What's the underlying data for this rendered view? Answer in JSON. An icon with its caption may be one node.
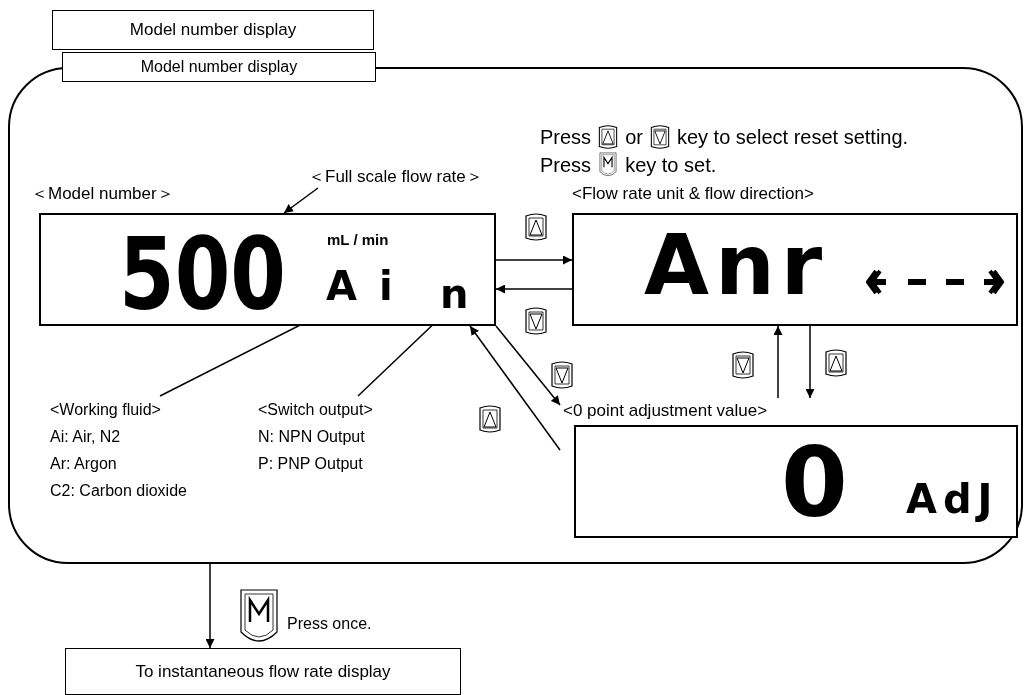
{
  "diagram": {
    "nodes": [
      {
        "text": [
          "Model number display"
        ]
      },
      {
        "text": [
          "Model number display"
        ]
      },
      {
        "text": [
          "＜Full scale flow rate＞"
        ],
        "in": 1
      },
      {
        "text": [
          "500",
          "mL / min"
        ],
        "in": 1,
        "beside": [
          "＜Model number＞"
        ]
      },
      {
        "text": [
          "Ai"
        ],
        "in": 3
      },
      {
        "text": [
          "n"
        ],
        "in": 3
      },
      {
        "text": [
          "Anr"
        ],
        "in": 1,
        "beside": [
          "<Flow rate unit & flow direction>"
        ]
      },
      {
        "text": [
          "<Working fluid>",
          "Ai: Air, N2",
          "Ar: Argon",
          "C2: Carbon dioxide"
        ],
        "in": 1
      },
      {
        "text": [
          "<Switch output>",
          "N: NPN Output",
          "P: PNP Output"
        ],
        "in": 1
      },
      {
        "text": [
          "<0 point adjustment value>",
          "0",
          "AdJ"
        ],
        "in": 1
      },
      {
        "text": [
          "To instantaneous flow rate display"
        ]
      }
    ],
    "edges": [
      {
        "from": 2,
        "to": 3,
        "arrow": "to"
      },
      {
        "from": 7,
        "to": 4,
        "arrow": "to"
      },
      {
        "from": 8,
        "to": 5,
        "arrow": "to"
      },
      {
        "from": 3,
        "to": 6,
        "arrow": "to"
      },
      {
        "from": 6,
        "to": 3,
        "arrow": "to"
      },
      {
        "from": 6,
        "to": 9,
        "arrow": "to"
      },
      {
        "from": 9,
        "to": 6,
        "arrow": "to"
      },
      {
        "from": 3,
        "to": 9,
        "arrow": "to"
      },
      {
        "from": 9,
        "to": 3,
        "arrow": "to"
      },
      {
        "from": 1,
        "to": 10,
        "arrow": "to"
      }
    ],
    "labels": [
      "Press",
      "or",
      "key to select reset setting.",
      "Press",
      "key to set.",
      "Press once."
    ]
  }
}
